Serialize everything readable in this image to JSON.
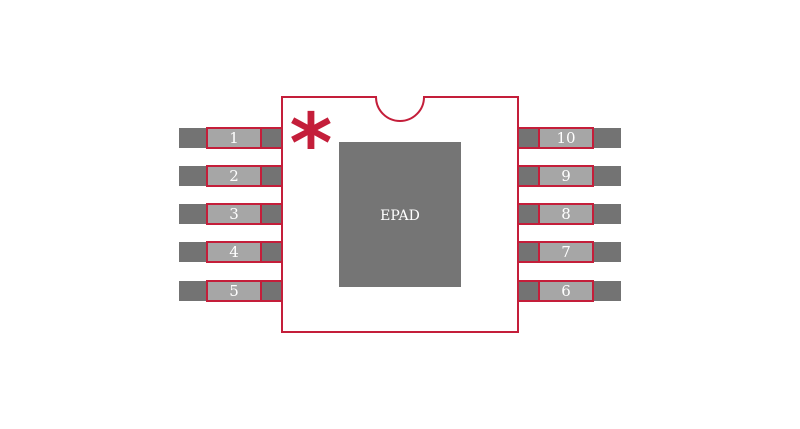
{
  "package": {
    "epad_label": "EPAD",
    "pin1_marker": "*",
    "left_pins": [
      "1",
      "2",
      "3",
      "4",
      "5"
    ],
    "right_pins": [
      "10",
      "9",
      "8",
      "7",
      "6"
    ]
  },
  "colors": {
    "outline": "#c41e3a",
    "lead": "#737373",
    "pad_fill": "#a6a6a6",
    "epad": "#757575",
    "background": "#ffffff",
    "label": "#ffffff"
  }
}
